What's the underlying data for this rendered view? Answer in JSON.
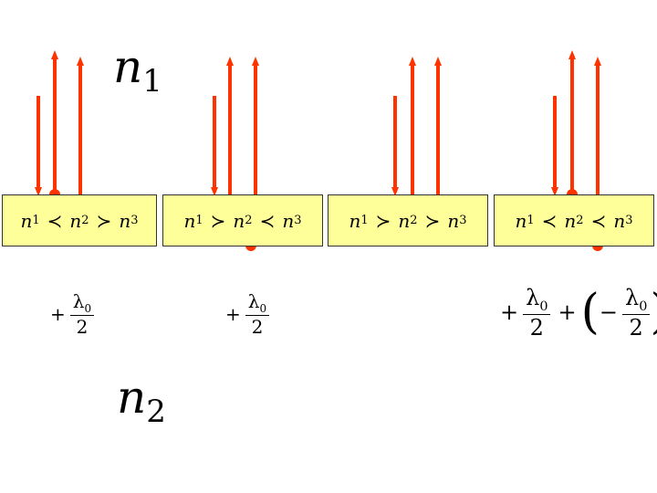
{
  "labels": {
    "n1_big": {
      "var": "n",
      "sub": "1"
    },
    "n2_big": {
      "var": "n",
      "sub": "2"
    }
  },
  "films": [
    {
      "a": "n",
      "a_sub": "1",
      "rel1": "≺",
      "b": "n",
      "b_sub": "2",
      "rel2": "≻",
      "c": "n",
      "c_sub": "3"
    },
    {
      "a": "n",
      "a_sub": "1",
      "rel1": "≻",
      "b": "n",
      "b_sub": "2",
      "rel2": "≺",
      "c": "n",
      "c_sub": "3"
    },
    {
      "a": "n",
      "a_sub": "1",
      "rel1": "≻",
      "b": "n",
      "b_sub": "2",
      "rel2": "≻",
      "c": "n",
      "c_sub": "3"
    },
    {
      "a": "n",
      "a_sub": "1",
      "rel1": "≺",
      "b": "n",
      "b_sub": "2",
      "rel2": "≺",
      "c": "n",
      "c_sub": "3"
    }
  ],
  "path_terms": {
    "t1": {
      "sign": "+",
      "num": "λ",
      "num_sub": "0",
      "den": "2"
    },
    "t2": {
      "sign": "+",
      "num": "λ",
      "num_sub": "0",
      "den": "2"
    },
    "t4a": {
      "sign": "+",
      "num": "λ",
      "num_sub": "0",
      "den": "2"
    },
    "t4b": {
      "sign": "+",
      "inner_sign": "−",
      "num": "λ",
      "num_sub": "0",
      "den": "2",
      "open": "(",
      "close": ")"
    }
  },
  "colors": {
    "ray": "#ff3300",
    "film": "#ffff99",
    "text": "#000000"
  }
}
